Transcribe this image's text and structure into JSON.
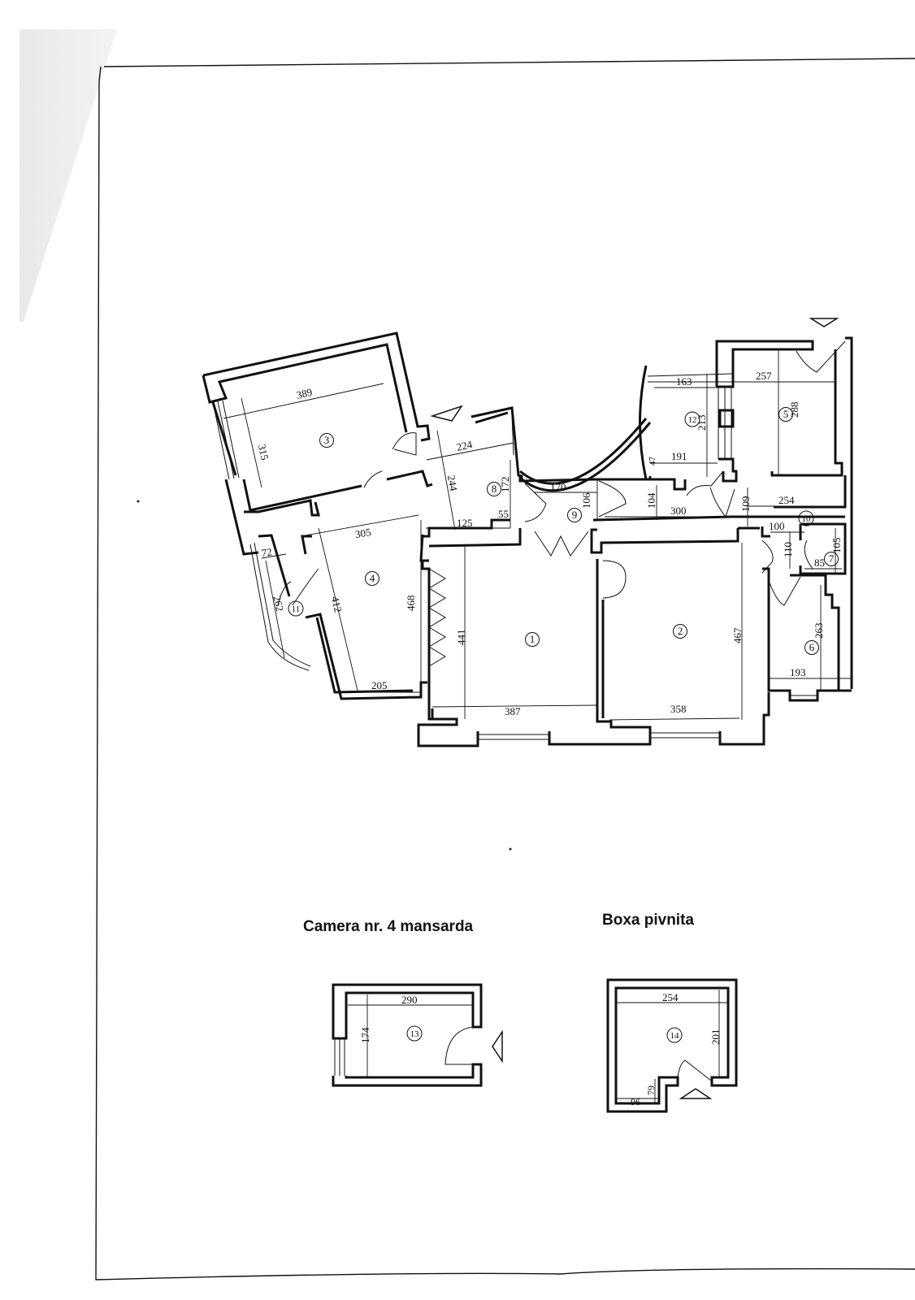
{
  "document": {
    "type": "apartment floor plan",
    "frame_color": "#111111",
    "paper_color": "#ffffff"
  },
  "main_plan": {
    "rooms": [
      {
        "id": "1",
        "dims": [
          "387",
          "441"
        ]
      },
      {
        "id": "2",
        "dims": [
          "358",
          "467"
        ]
      },
      {
        "id": "3",
        "dims": [
          "389",
          "315"
        ]
      },
      {
        "id": "4",
        "dims": [
          "305",
          "412",
          "468",
          "205"
        ]
      },
      {
        "id": "5",
        "dims": [
          "257",
          "288"
        ]
      },
      {
        "id": "6",
        "dims": [
          "193",
          "263"
        ]
      },
      {
        "id": "7",
        "dims": [
          "105",
          "85"
        ]
      },
      {
        "id": "8",
        "dims": [
          "224",
          "244",
          "172",
          "125",
          "55"
        ]
      },
      {
        "id": "9",
        "dims": [
          "170",
          "106"
        ]
      },
      {
        "id": "10",
        "dims": [
          "254",
          "109",
          "100",
          "110"
        ]
      },
      {
        "id": "11",
        "dims": [
          "72",
          "262"
        ]
      },
      {
        "id": "12",
        "dims": [
          "163",
          "213",
          "191",
          "47"
        ]
      }
    ],
    "corridor_dims": [
      "300",
      "104"
    ]
  },
  "labels": {
    "d389": "389",
    "d315": "315",
    "d305": "305",
    "d412": "412",
    "d468": "468",
    "d205": "205",
    "d72": "72",
    "d262": "262",
    "d224": "224",
    "d244": "244",
    "d172": "172",
    "d125": "125",
    "d55": "55",
    "d170": "170",
    "d106": "106",
    "d104": "104",
    "d300": "300",
    "d163": "163",
    "d213": "213",
    "d191": "191",
    "d47": "47",
    "d257": "257",
    "d288": "288",
    "d254": "254",
    "d109": "109",
    "d100": "100",
    "d110": "110",
    "d105": "105",
    "d85": "85",
    "d263": "263",
    "d193": "193",
    "d441": "441",
    "d387": "387",
    "d467": "467",
    "d358": "358",
    "d290": "290",
    "d174": "174",
    "d254b": "254",
    "d201": "201",
    "d96": "96",
    "d79": "79",
    "r1": "1",
    "r2": "2",
    "r3": "3",
    "r4": "4",
    "r5": "5",
    "r6": "6",
    "r7": "7",
    "r8": "8",
    "r9": "9",
    "r10": "10",
    "r11": "11",
    "r12": "12",
    "r13": "13",
    "r14": "14"
  },
  "attic_plan": {
    "title": "Camera nr. 4 mansarda",
    "room": {
      "id": "13",
      "dims": [
        "290",
        "174"
      ]
    }
  },
  "basement_plan": {
    "title": "Boxa pivnita",
    "room": {
      "id": "14",
      "dims": [
        "254",
        "201",
        "96",
        "79"
      ]
    }
  }
}
